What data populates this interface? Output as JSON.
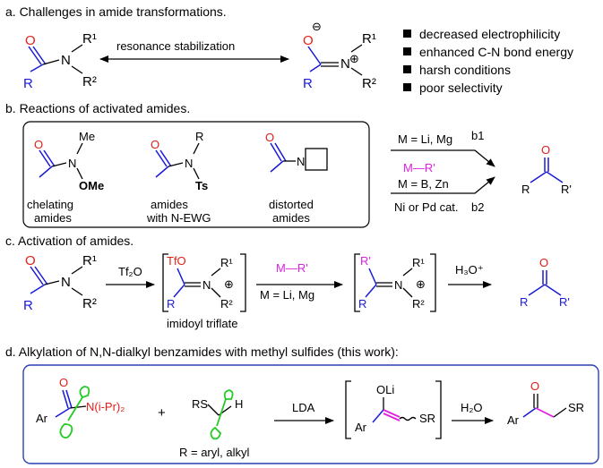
{
  "section_a": {
    "title": "a. Challenges in amide transformations.",
    "arrow_label": "resonance stabilization",
    "bullets": [
      "decreased electrophilicity",
      "enhanced C-N bond energy",
      "harsh conditions",
      "poor selectivity"
    ]
  },
  "section_b": {
    "title": "b. Reactions of activated amides.",
    "amides": [
      {
        "line1": "chelating",
        "line2": "amides"
      },
      {
        "line1": "amides",
        "line2": "with N-EWG"
      },
      {
        "line1": "distorted",
        "line2": "amides"
      }
    ],
    "route_b1_label": "M = Li, Mg",
    "route_b1_tag": "b1",
    "reagent": "M—R'",
    "route_b2_label": "M = B, Zn",
    "route_b2_cond": "Ni or Pd cat.",
    "route_b2_tag": "b2"
  },
  "section_c": {
    "title": "c. Activation of amides.",
    "step1_reagent": "Tf₂O",
    "intermediate_label": "imidoyl triflate",
    "step2_reagent": "M—R'",
    "step2_cond": "M =  Li, Mg",
    "step3_reagent": "H₃O⁺"
  },
  "section_d": {
    "title": "d. Alkylation of N,N-dialkyl benzamides with methyl sulfides (this work):",
    "plus": "+",
    "sulfide_note": "R = aryl, alkyl",
    "step1_reagent": "LDA",
    "step2_reagent": "H₂O"
  },
  "atoms": {
    "O": "O",
    "N": "N",
    "R": "R",
    "R1": "R¹",
    "R2": "R²",
    "Rp": "R'",
    "Me": "Me",
    "OMe": "OMe",
    "Ts": "Ts",
    "TfO": "TfO",
    "Ar": "Ar",
    "NiPr2": "N(i-Pr)₂",
    "RS": "RS",
    "H": "H",
    "OLi": "OLi",
    "SR": "SR",
    "ominus": "⊖",
    "oplus": "⊕"
  },
  "colors": {
    "carbonyl": "#1a1ad6",
    "oxygen": "#e0201a",
    "reagent": "#e020e0",
    "cleavage": "#22cc22",
    "box_d": "#2b3fb8"
  }
}
